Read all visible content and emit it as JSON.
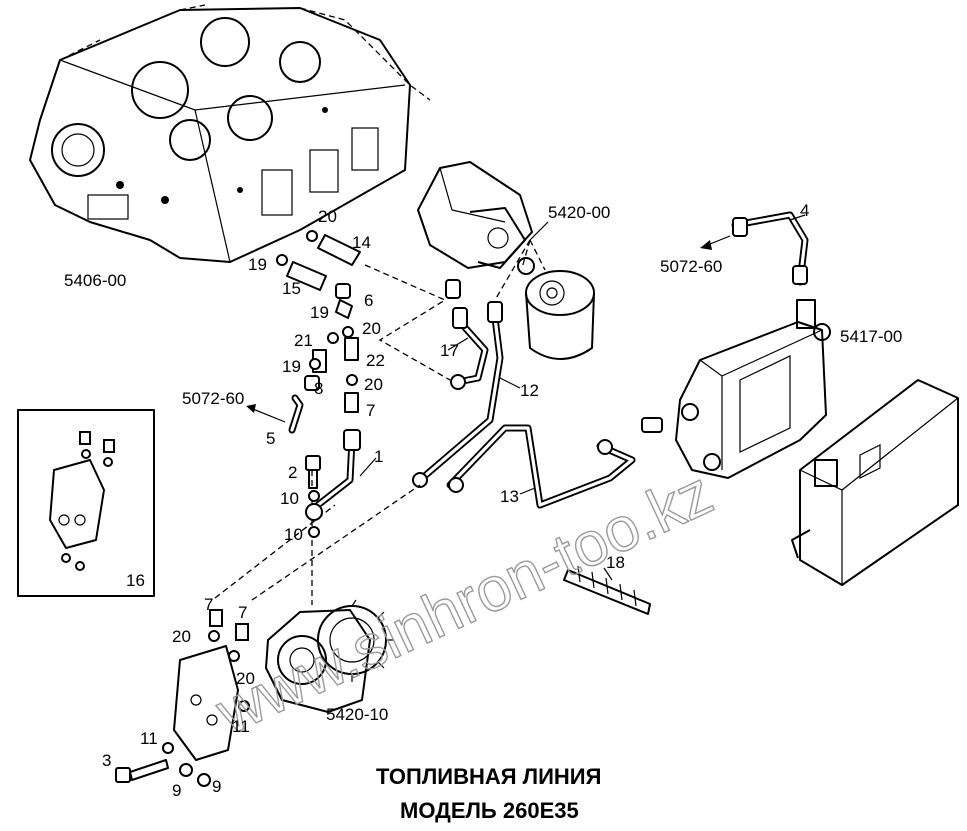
{
  "title": {
    "line1": "ТОПЛИВНАЯ ЛИНИЯ",
    "line2": "МОДЕЛЬ 260E35"
  },
  "watermark": "www.sinhron-too.kz",
  "labels": {
    "l5406": "5406-00",
    "l5420": "5420-00",
    "l4": "4",
    "l5072a": "5072-60",
    "l5417": "5417-00",
    "l20a": "20",
    "l14": "14",
    "l19a": "19",
    "l15": "15",
    "l6": "6",
    "l19b": "19",
    "l21": "21",
    "l20b": "20",
    "l17": "17",
    "l19c": "19",
    "l22": "22",
    "l8": "8",
    "l20c": "20",
    "l12": "12",
    "l5072b": "5072-60",
    "l7a": "7",
    "l5": "5",
    "l1": "1",
    "l2": "2",
    "l10a": "10",
    "l10b": "10",
    "l13": "13",
    "l16": "16",
    "l18": "18",
    "l7b": "7",
    "l7c": "7",
    "l20d": "20",
    "l20e": "20",
    "l5420b": "5420-10",
    "l11a": "11",
    "l11b": "11",
    "l3": "3",
    "l9a": "9",
    "l9b": "9"
  }
}
